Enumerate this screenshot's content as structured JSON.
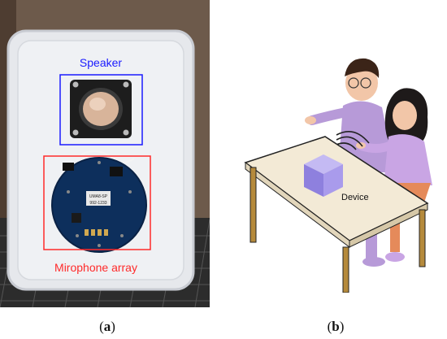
{
  "figure": {
    "panel_a": {
      "caption_open": "(",
      "caption_letter": "a",
      "caption_close": ")",
      "speaker_label": "Speaker",
      "mic_label": "Mirophone array",
      "chip_label_1": "UMA8-SP",
      "chip_label_2": "992-1233",
      "speaker_color": "#1a1aff",
      "mic_color": "#ff2a2a"
    },
    "panel_b": {
      "caption_open": "(",
      "caption_letter": "b",
      "caption_close": ")",
      "device_label": "Device",
      "device_color": "#9b8ee8",
      "table_color": "#f3ead6",
      "leg_color": "#b58a3c"
    }
  }
}
